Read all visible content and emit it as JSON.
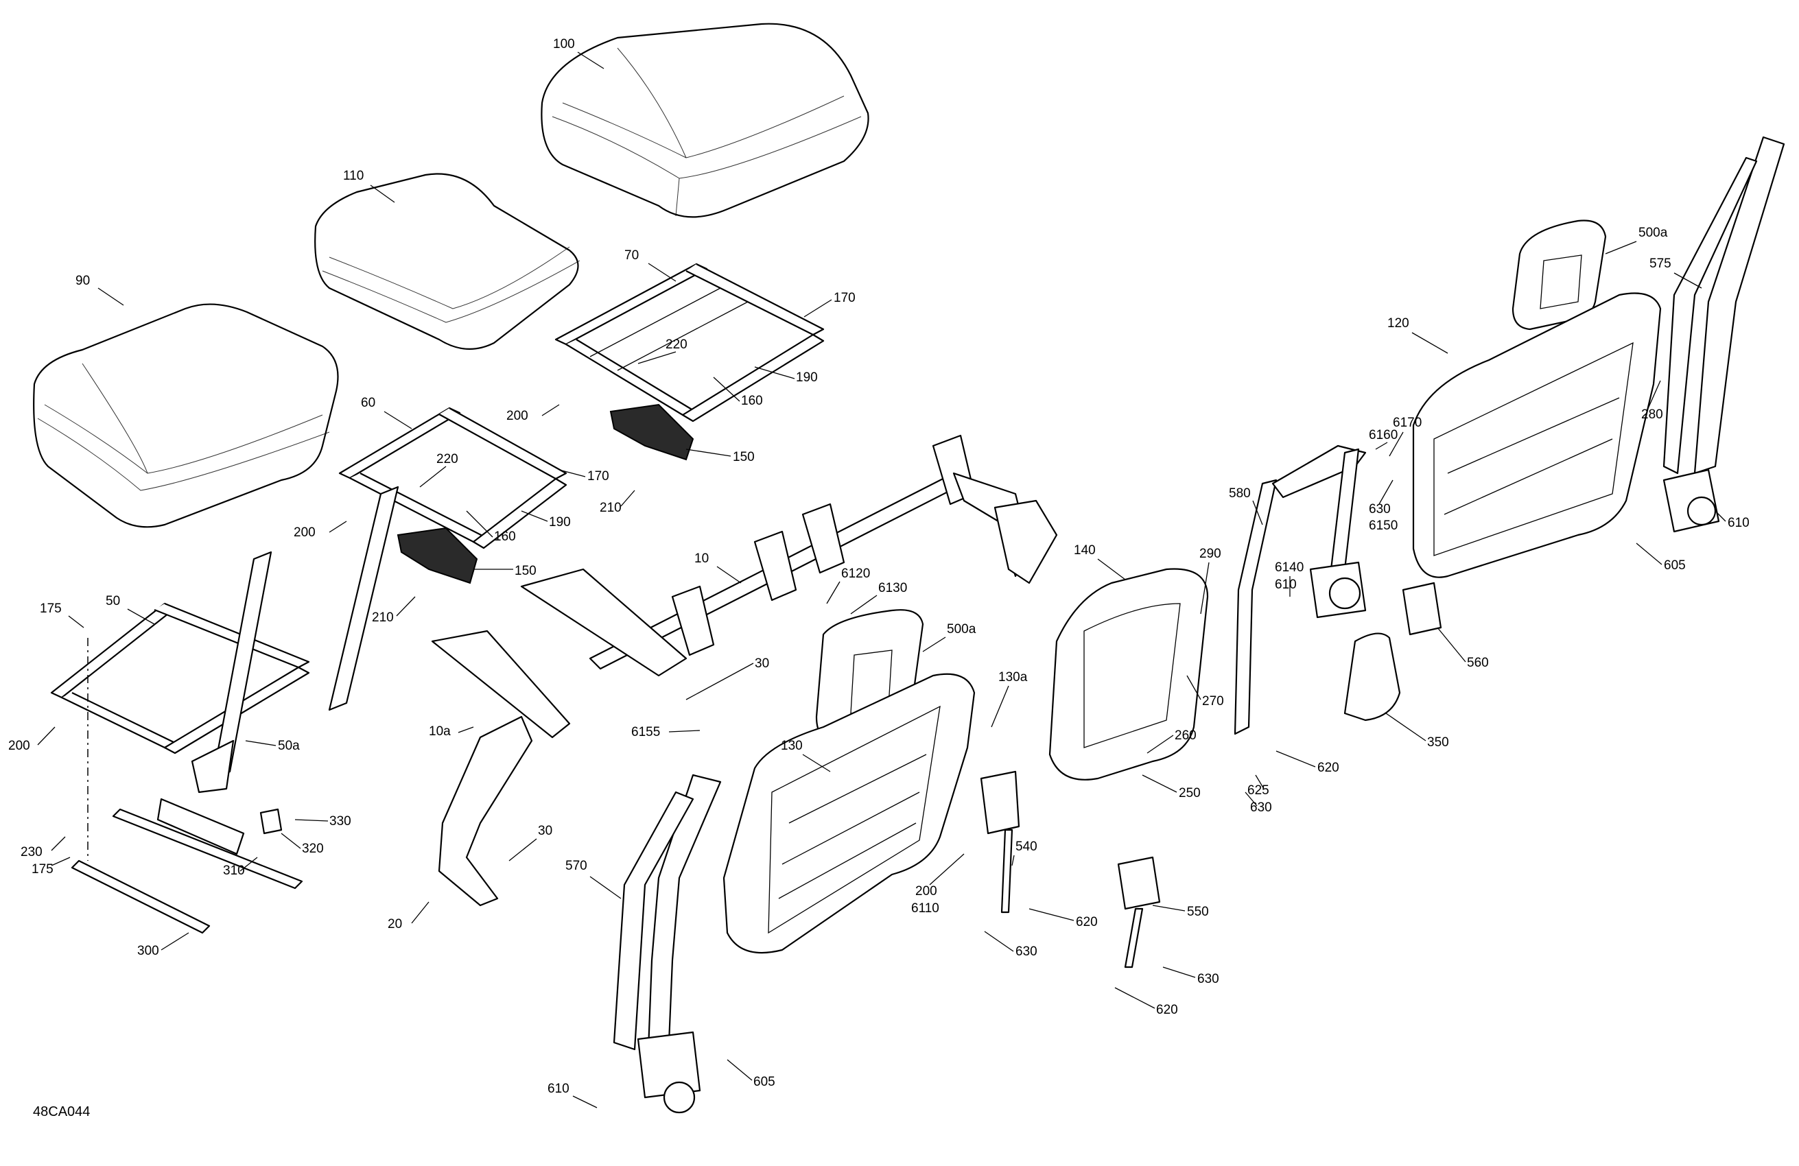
{
  "figure": {
    "reference_code": "48CA044",
    "callouts": [
      {
        "id": "c100",
        "text": "100"
      },
      {
        "id": "c110",
        "text": "110"
      },
      {
        "id": "c90",
        "text": "90"
      },
      {
        "id": "c70",
        "text": "70"
      },
      {
        "id": "c170a",
        "text": "170"
      },
      {
        "id": "c220a",
        "text": "220"
      },
      {
        "id": "c190a",
        "text": "190"
      },
      {
        "id": "c160a",
        "text": "160"
      },
      {
        "id": "c200a",
        "text": "200"
      },
      {
        "id": "c150a",
        "text": "150"
      },
      {
        "id": "c210a",
        "text": "210"
      },
      {
        "id": "c60",
        "text": "60"
      },
      {
        "id": "c220b",
        "text": "220"
      },
      {
        "id": "c170b",
        "text": "170"
      },
      {
        "id": "c200b",
        "text": "200"
      },
      {
        "id": "c160b",
        "text": "160"
      },
      {
        "id": "c190b",
        "text": "190"
      },
      {
        "id": "c150b",
        "text": "150"
      },
      {
        "id": "c210b",
        "text": "210"
      },
      {
        "id": "c175a",
        "text": "175"
      },
      {
        "id": "c50",
        "text": "50"
      },
      {
        "id": "c200c",
        "text": "200"
      },
      {
        "id": "c50a",
        "text": "50a"
      },
      {
        "id": "c230",
        "text": "230"
      },
      {
        "id": "c175b",
        "text": "175"
      },
      {
        "id": "c330",
        "text": "330"
      },
      {
        "id": "c320",
        "text": "320"
      },
      {
        "id": "c310",
        "text": "310"
      },
      {
        "id": "c300",
        "text": "300"
      },
      {
        "id": "c10",
        "text": "10"
      },
      {
        "id": "c6120",
        "text": "6120"
      },
      {
        "id": "c6130",
        "text": "6130"
      },
      {
        "id": "c30a",
        "text": "30"
      },
      {
        "id": "c10a",
        "text": "10a"
      },
      {
        "id": "c30b",
        "text": "30"
      },
      {
        "id": "c20",
        "text": "20"
      },
      {
        "id": "c500a_mid",
        "text": "500a"
      },
      {
        "id": "c130a",
        "text": "130a"
      },
      {
        "id": "c130",
        "text": "130"
      },
      {
        "id": "c6155",
        "text": "6155"
      },
      {
        "id": "c570",
        "text": "570"
      },
      {
        "id": "c200d",
        "text": "200"
      },
      {
        "id": "c6110",
        "text": "6110"
      },
      {
        "id": "c605a",
        "text": "605"
      },
      {
        "id": "c610a",
        "text": "610"
      },
      {
        "id": "c540",
        "text": "540"
      },
      {
        "id": "c620a",
        "text": "620"
      },
      {
        "id": "c630a",
        "text": "630"
      },
      {
        "id": "c550",
        "text": "550"
      },
      {
        "id": "c630b",
        "text": "630"
      },
      {
        "id": "c620b",
        "text": "620"
      },
      {
        "id": "c140",
        "text": "140"
      },
      {
        "id": "c290",
        "text": "290"
      },
      {
        "id": "c270",
        "text": "270"
      },
      {
        "id": "c260",
        "text": "260"
      },
      {
        "id": "c250",
        "text": "250"
      },
      {
        "id": "c580",
        "text": "580"
      },
      {
        "id": "c6160",
        "text": "6160"
      },
      {
        "id": "c6170",
        "text": "6170"
      },
      {
        "id": "c630c",
        "text": "630"
      },
      {
        "id": "c6150",
        "text": "6150"
      },
      {
        "id": "c6140",
        "text": "6140"
      },
      {
        "id": "c610b",
        "text": "610"
      },
      {
        "id": "c620c",
        "text": "620"
      },
      {
        "id": "c625",
        "text": "625"
      },
      {
        "id": "c630d",
        "text": "630"
      },
      {
        "id": "c350",
        "text": "350"
      },
      {
        "id": "c560",
        "text": "560"
      },
      {
        "id": "c120",
        "text": "120"
      },
      {
        "id": "c500a_right",
        "text": "500a"
      },
      {
        "id": "c575",
        "text": "575"
      },
      {
        "id": "c280",
        "text": "280"
      },
      {
        "id": "c610c",
        "text": "610"
      },
      {
        "id": "c605b",
        "text": "605"
      }
    ]
  }
}
